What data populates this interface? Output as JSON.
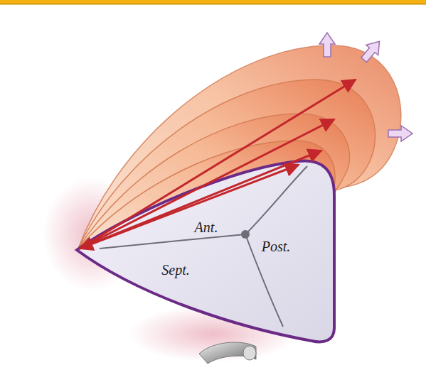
{
  "diagram": {
    "labels": [
      "Ant.",
      "Post.",
      "Sept."
    ]
  }
}
